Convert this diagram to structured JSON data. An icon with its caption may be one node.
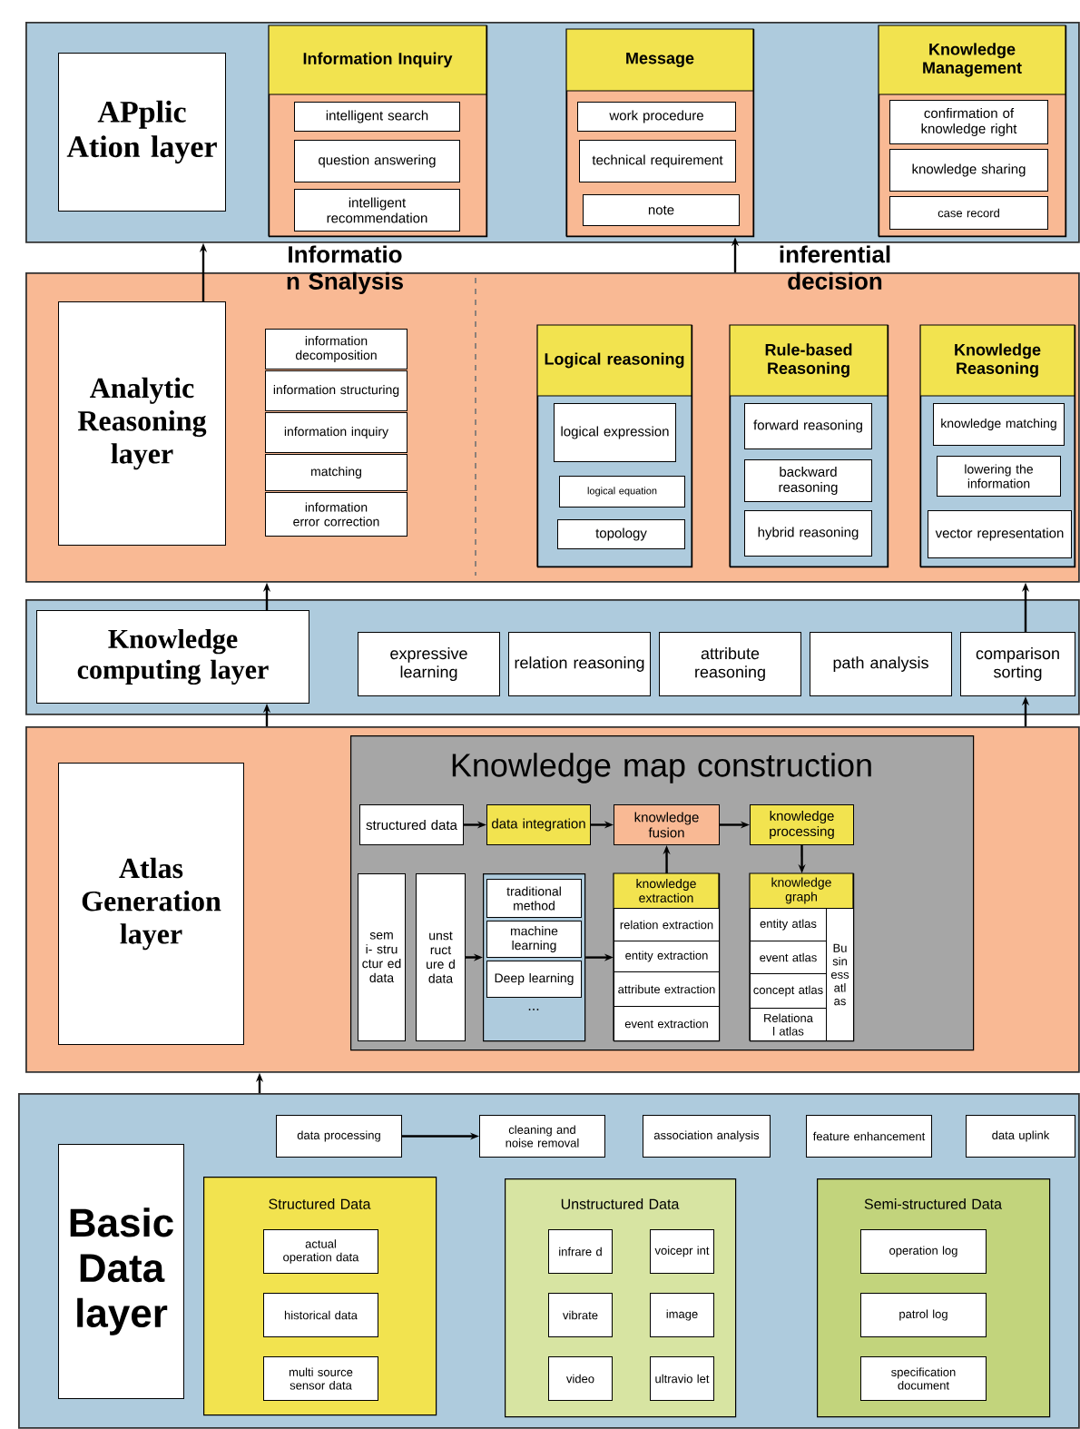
{
  "diagram": {
    "nodes": [
      {
        "text": [],
        "shape": "band"
      },
      {
        "text": [
          "APplic Ation layer"
        ],
        "in": 0
      },
      {
        "text": [
          "Information Inquiry"
        ],
        "in": 0
      },
      {
        "text": [
          "intelligent search"
        ],
        "in": 2
      },
      {
        "text": [
          "question answering"
        ],
        "in": 2
      },
      {
        "text": [
          "intelligent recommendation"
        ],
        "in": 2
      },
      {
        "text": [
          "Message"
        ],
        "in": 0
      },
      {
        "text": [
          "work procedure"
        ],
        "in": 6
      },
      {
        "text": [
          "technical requirement"
        ],
        "in": 6
      },
      {
        "text": [
          "note"
        ],
        "in": 6
      },
      {
        "text": [
          "Knowledge Management"
        ],
        "in": 0
      },
      {
        "text": [
          "confirmation of knowledge right"
        ],
        "in": 10
      },
      {
        "text": [
          "knowledge sharing"
        ],
        "in": 10
      },
      {
        "text": [
          "case record"
        ],
        "in": 10
      },
      {
        "text": [],
        "shape": "band"
      },
      {
        "text": [
          "Analytic Reasoning layer"
        ],
        "in": 14
      },
      {
        "text": [
          "information decomposition"
        ],
        "in": 14
      },
      {
        "text": [
          "information structuring"
        ],
        "in": 14
      },
      {
        "text": [
          "information inquiry"
        ],
        "in": 14
      },
      {
        "text": [
          "matching"
        ],
        "in": 14
      },
      {
        "text": [
          "information error correction"
        ],
        "in": 14
      },
      {
        "text": [
          "Logical reasoning"
        ],
        "in": 14
      },
      {
        "text": [
          "logical expression"
        ],
        "in": 21
      },
      {
        "text": [
          "logical equation"
        ],
        "in": 21
      },
      {
        "text": [
          "topology"
        ],
        "in": 21
      },
      {
        "text": [
          "Rule-based Reasoning"
        ],
        "in": 14
      },
      {
        "text": [
          "forward reasoning"
        ],
        "in": 25
      },
      {
        "text": [
          "backward reasoning"
        ],
        "in": 25
      },
      {
        "text": [
          "hybrid reasoning"
        ],
        "in": 25
      },
      {
        "text": [
          "Knowledge Reasoning"
        ],
        "in": 14
      },
      {
        "text": [
          "knowledge matching"
        ],
        "in": 29
      },
      {
        "text": [
          "lowering the information"
        ],
        "in": 29
      },
      {
        "text": [
          "vector representation"
        ],
        "in": 29
      },
      {
        "text": [],
        "shape": "band"
      },
      {
        "text": [
          "Knowledge computing layer"
        ],
        "in": 33
      },
      {
        "text": [
          "expressive learning"
        ],
        "in": 33
      },
      {
        "text": [
          "relation reasoning"
        ],
        "in": 33
      },
      {
        "text": [
          "attribute reasoning"
        ],
        "in": 33
      },
      {
        "text": [
          "path analysis"
        ],
        "in": 33
      },
      {
        "text": [
          "comparison sorting"
        ],
        "in": 33
      },
      {
        "text": [],
        "shape": "band"
      },
      {
        "text": [
          "Atlas Generation layer"
        ],
        "in": 40
      },
      {
        "text": [
          "Knowledge map construction"
        ],
        "in": 40
      },
      {
        "text": [
          "structured data"
        ],
        "in": 42
      },
      {
        "text": [
          "data integration"
        ],
        "in": 42
      },
      {
        "text": [
          "knowledge fusion"
        ],
        "in": 42
      },
      {
        "text": [
          "knowledge processing"
        ],
        "in": 42
      },
      {
        "text": [
          "sem i- stru ctur ed data"
        ],
        "in": 42
      },
      {
        "text": [
          "unst ruct ure d data"
        ],
        "in": 42
      },
      {
        "text": [
          "..."
        ],
        "in": 42
      },
      {
        "text": [
          "traditional method"
        ],
        "in": 49
      },
      {
        "text": [
          "machine learning"
        ],
        "in": 49
      },
      {
        "text": [
          "Deep learning"
        ],
        "in": 49
      },
      {
        "text": [
          "knowledge extraction"
        ],
        "in": 42
      },
      {
        "text": [
          "relation extraction"
        ],
        "in": 53
      },
      {
        "text": [
          "entity extraction"
        ],
        "in": 53
      },
      {
        "text": [
          "attribute extraction"
        ],
        "in": 53
      },
      {
        "text": [
          "event extraction"
        ],
        "in": 53
      },
      {
        "text": [
          "knowledge graph"
        ],
        "in": 42
      },
      {
        "text": [
          "entity atlas"
        ],
        "in": 58
      },
      {
        "text": [
          "event atlas"
        ],
        "in": 58
      },
      {
        "text": [
          "concept atlas"
        ],
        "in": 58
      },
      {
        "text": [
          "Relationa l atlas"
        ],
        "in": 58
      },
      {
        "text": [
          "Bu sin ess atl as"
        ],
        "in": 58
      },
      {
        "text": [],
        "shape": "band"
      },
      {
        "text": [
          "Basic Data layer"
        ],
        "in": 64
      },
      {
        "text": [
          "data processing"
        ],
        "in": 64
      },
      {
        "text": [
          "cleaning and noise removal"
        ],
        "in": 64
      },
      {
        "text": [
          "association analysis"
        ],
        "in": 64
      },
      {
        "text": [
          "feature enhancement"
        ],
        "in": 64
      },
      {
        "text": [
          "data uplink"
        ],
        "in": 64
      },
      {
        "text": [
          "Structured Data"
        ],
        "in": 64
      },
      {
        "text": [
          "actual operation data"
        ],
        "in": 71
      },
      {
        "text": [
          "historical data"
        ],
        "in": 71
      },
      {
        "text": [
          "multi source sensor data"
        ],
        "in": 71
      },
      {
        "text": [
          "Unstructured Data"
        ],
        "in": 64
      },
      {
        "text": [
          "infrare d"
        ],
        "in": 75
      },
      {
        "text": [
          "voicepr int"
        ],
        "in": 75
      },
      {
        "text": [
          "vibrate"
        ],
        "in": 75
      },
      {
        "text": [
          "image"
        ],
        "in": 75
      },
      {
        "text": [
          "video"
        ],
        "in": 75
      },
      {
        "text": [
          "ultravio let"
        ],
        "in": 75
      },
      {
        "text": [
          "Semi-structured Data"
        ],
        "in": 64
      },
      {
        "text": [
          "operation log"
        ],
        "in": 82
      },
      {
        "text": [
          "patrol log"
        ],
        "in": 82
      },
      {
        "text": [
          "specification document"
        ],
        "in": 82
      }
    ],
    "edges": [
      {
        "from": 15,
        "to": 0,
        "arrow": "to"
      },
      {
        "from": 14,
        "to": 6,
        "arrow": "to"
      },
      {
        "from": 34,
        "to": 14,
        "arrow": "to"
      },
      {
        "from": 39,
        "to": 14,
        "arrow": "to"
      },
      {
        "from": 40,
        "to": 34,
        "arrow": "to"
      },
      {
        "from": 40,
        "to": 39,
        "arrow": "to"
      },
      {
        "from": 64,
        "to": 40,
        "arrow": "to"
      },
      {
        "from": 66,
        "to": 67,
        "arrow": "to"
      },
      {
        "from": 43,
        "to": 44,
        "arrow": "to"
      },
      {
        "from": 44,
        "to": 45,
        "arrow": "to"
      },
      {
        "from": 45,
        "to": 46,
        "arrow": "to"
      },
      {
        "from": 46,
        "to": 58,
        "arrow": "to"
      },
      {
        "from": 53,
        "to": 45,
        "arrow": "to"
      },
      {
        "from": 48,
        "to": 49,
        "arrow": "to"
      },
      {
        "from": 49,
        "to": 53,
        "arrow": "to"
      }
    ],
    "labels": [
      "Informatio n Snalysis",
      "inferential decision"
    ]
  }
}
